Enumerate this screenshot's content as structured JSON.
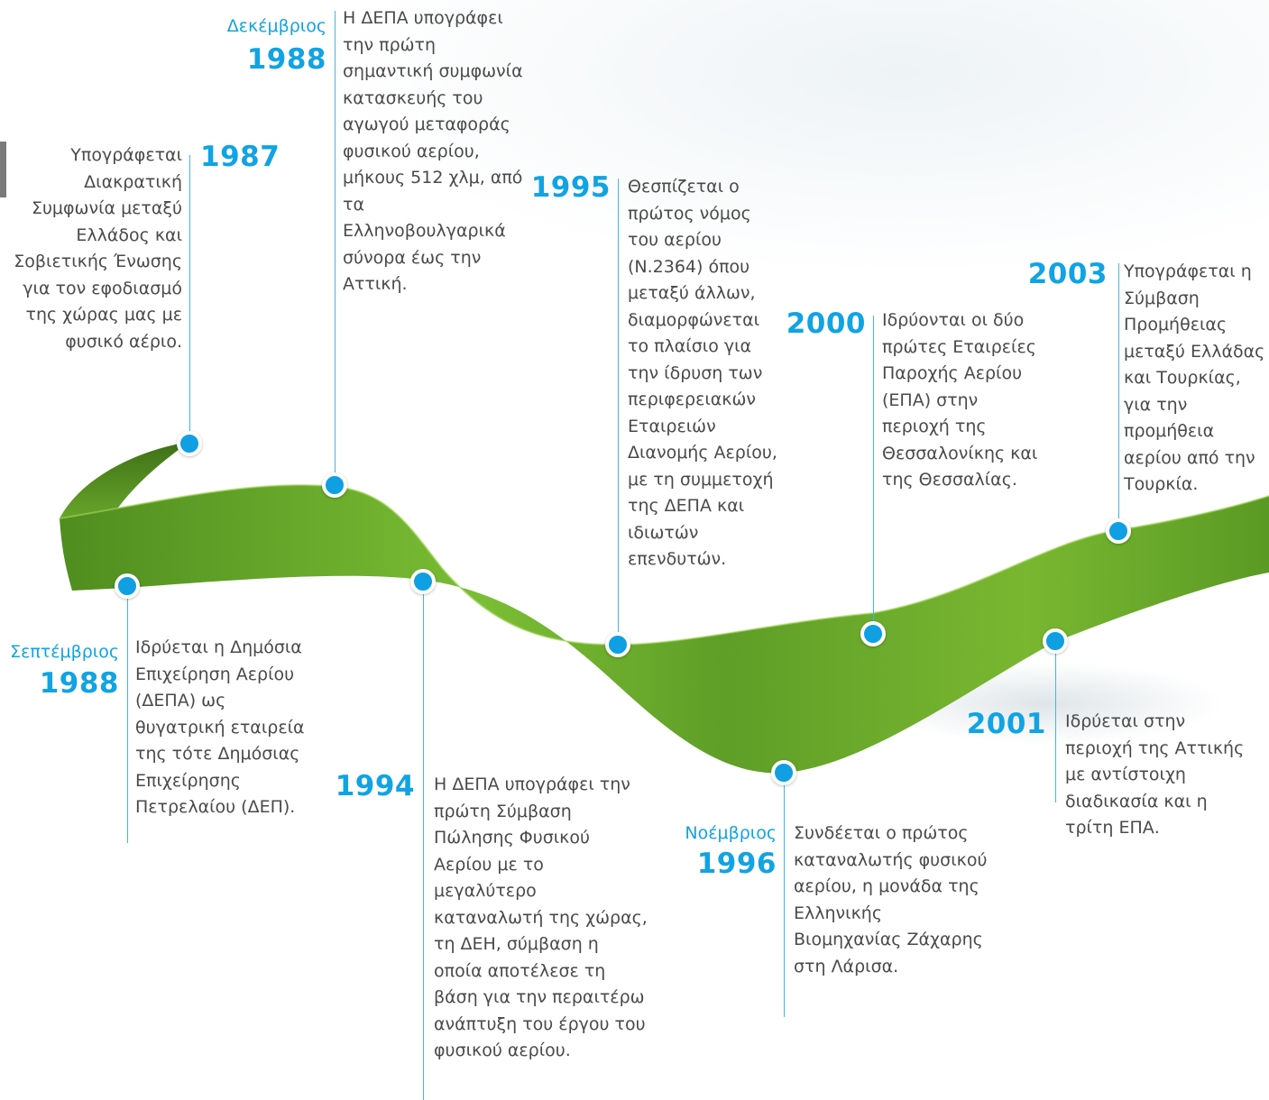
{
  "colors": {
    "accent": "#11a3e3",
    "ribbon": "#6fb12e",
    "text": "#4a4a4a"
  },
  "events": {
    "e1987": {
      "year": "1987",
      "text": "Υπογράφεται Διακρατική Συμφωνία μεταξύ Ελλάδος και Σοβιετικής Ένωσης για τον εφοδιασμό της χώρας μας με φυσικό αέριο."
    },
    "e1988dec": {
      "month": "Δεκέμβριος",
      "year": "1988",
      "text": "Η ΔΕΠΑ υπογράφει την πρώτη σημαντική συμφωνία κατασκευής του αγωγού μεταφοράς φυσικού αερίου, μήκους 512 χλμ, από τα Ελληνοβουλγαρικά σύνορα έως την Αττική."
    },
    "e1988sep": {
      "month": "Σεπτέμβριος",
      "year": "1988",
      "text": "Ιδρύεται η Δημόσια Επιχείρηση Αερίου (ΔΕΠΑ) ως θυγατρική εταιρεία της τότε Δημόσιας Επιχείρησης Πετρελαίου (ΔΕΠ)."
    },
    "e1994": {
      "year": "1994",
      "text": "Η ΔΕΠΑ υπογράφει την πρώτη Σύμβαση Πώλησης Φυσικού Αερίου με το μεγαλύτερο καταναλωτή της χώρας, τη ΔΕΗ, σύμβαση η οποία αποτέλεσε τη βάση για την περαιτέρω ανάπτυξη του έργου του φυσικού αερίου."
    },
    "e1995": {
      "year": "1995",
      "text": "Θεσπίζεται ο πρώτος νόμος του αερίου (Ν.2364) όπου μεταξύ άλλων, διαμορφώνεται το πλαίσιο για την ίδρυση των περιφερειακών Εταιρειών Διανομής Αερίου, με τη συμμετοχή της ΔΕΠΑ και ιδιωτών επενδυτών."
    },
    "e1996": {
      "month": "Νοέμβριος",
      "year": "1996",
      "text": "Συνδέεται ο πρώτος καταναλωτής φυσικού αερίου, η μονάδα της Ελληνικής Βιομηχανίας Ζάχαρης στη Λάρισα."
    },
    "e2000": {
      "year": "2000",
      "text": "Ιδρύονται οι δύο πρώτες Εταιρείες Παροχής Αερίου (ΕΠΑ) στην περιοχή της Θεσσαλονίκης και της Θεσσαλίας."
    },
    "e2001": {
      "year": "2001",
      "text": "Ιδρύεται στην περιοχή της Αττικής με αντίστοιχη διαδικασία και η τρίτη ΕΠΑ."
    },
    "e2003": {
      "year": "2003",
      "text": "Υπογράφεται η Σύμβαση Προμήθειας μεταξύ Ελλάδας και Τουρκίας, για την προμήθεια αερίου από την Τουρκία."
    }
  }
}
